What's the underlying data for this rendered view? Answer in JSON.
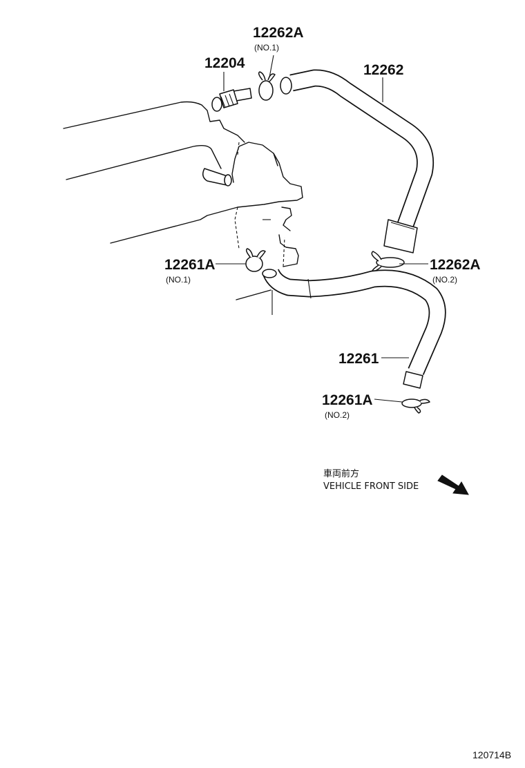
{
  "callouts": {
    "pcv_valve": {
      "number": "12204"
    },
    "hose_upper": {
      "number": "12262"
    },
    "clamp_upper_no1": {
      "number": "12262A",
      "sub": "(NO.1)"
    },
    "clamp_upper_no2": {
      "number": "12262A",
      "sub": "(NO.2)"
    },
    "hose_lower": {
      "number": "12261"
    },
    "clamp_lower_no1": {
      "number": "12261A",
      "sub": "(NO.1)"
    },
    "clamp_lower_no2": {
      "number": "12261A",
      "sub": "(NO.2)"
    }
  },
  "orientation": {
    "japanese": "車両前方",
    "english": "VEHICLE FRONT SIDE",
    "arrow_icon": "arrow-down-right-icon"
  },
  "figure_id": "120714B"
}
